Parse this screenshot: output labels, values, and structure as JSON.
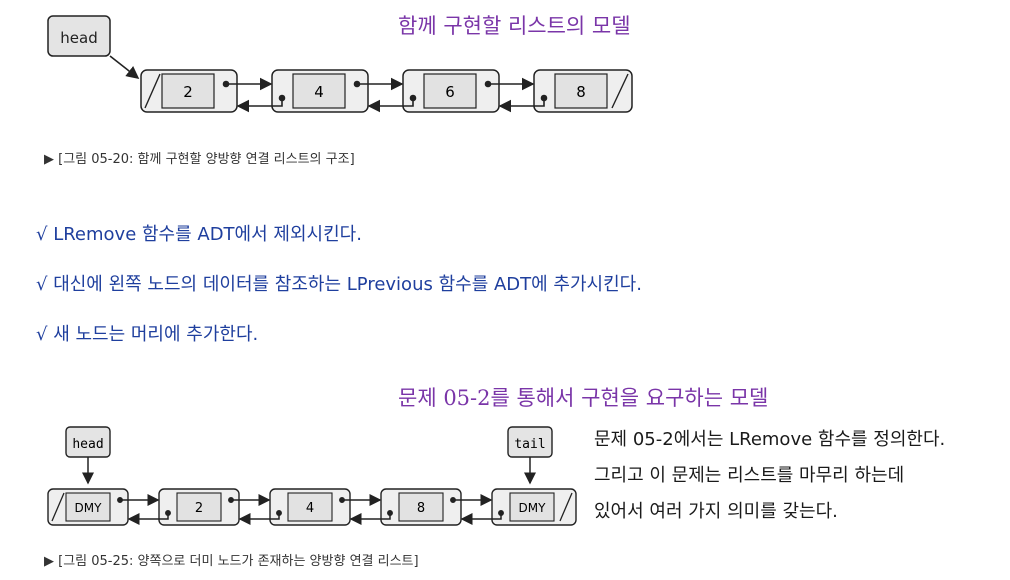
{
  "diagram1": {
    "title": "함께 구현할 리스트의 모델",
    "head_label": "head",
    "nodes": [
      "2",
      "4",
      "6",
      "8"
    ],
    "caption": "▶ [그림 05-20: 함께 구현할 양방향 연결 리스트의 구조]"
  },
  "bullets": [
    "√  LRemove 함수를 ADT에서 제외시킨다.",
    "√  대신에 왼쪽 노드의 데이터를 참조하는 LPrevious 함수를 ADT에 추가시킨다.",
    "√ 새 노드는 머리에 추가한다."
  ],
  "diagram2": {
    "title": "문제 05-2를 통해서 구현을 요구하는 모델",
    "head_label": "head",
    "tail_label": "tail",
    "nodes": [
      "DMY",
      "2",
      "4",
      "8",
      "DMY"
    ],
    "caption": "▶ [그림 05-25: 양쪽으로 더미 노드가 존재하는 양방향 연결 리스트]"
  },
  "side_text": [
    "문제 05-2에서는 LRemove 함수를 정의한다.",
    "그리고 이 문제는 리스트를 마무리 하는데",
    "있어서 여러 가지 의미를 갖는다."
  ]
}
